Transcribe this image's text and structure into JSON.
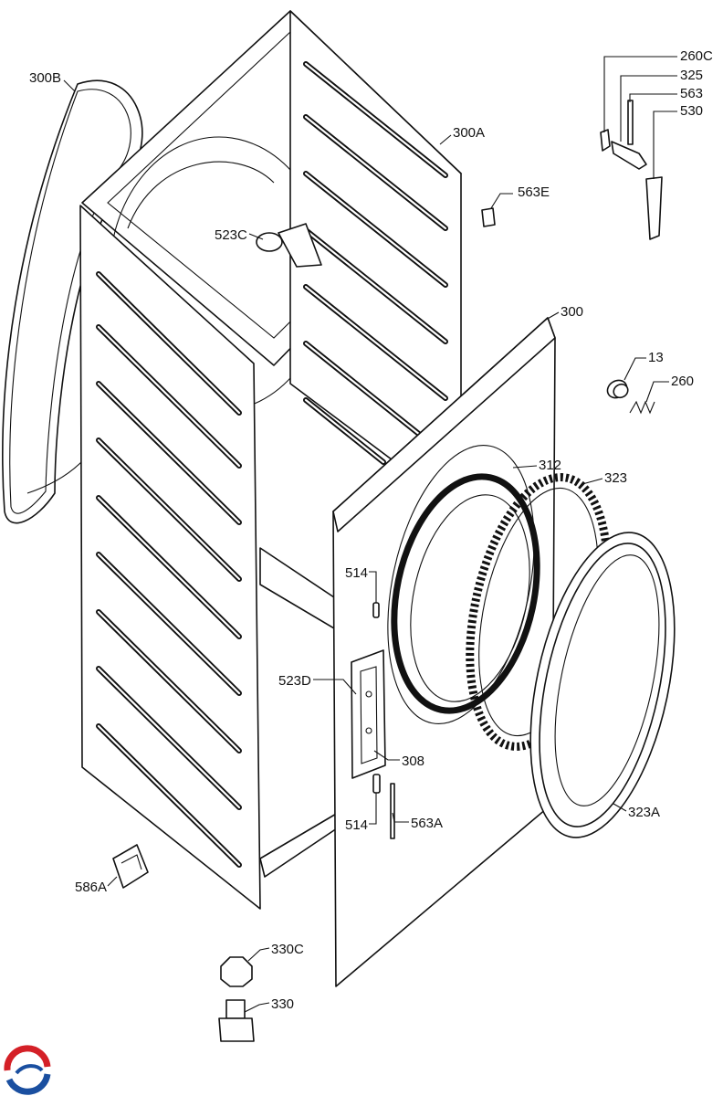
{
  "labels": {
    "p300B": "300B",
    "p300A": "300A",
    "p523C": "523C",
    "p563E": "563E",
    "p260C": "260C",
    "p325": "325",
    "p563": "563",
    "p530": "530",
    "p300": "300",
    "p13": "13",
    "p260": "260",
    "p312": "312",
    "p323": "323",
    "p514a": "514",
    "p523D": "523D",
    "p308": "308",
    "p514b": "514",
    "p563A": "563A",
    "p323A": "323A",
    "p586A": "586A",
    "p330C": "330C",
    "p330": "330"
  },
  "logo": {
    "colors": [
      "#d42027",
      "#1a4fa0"
    ]
  }
}
